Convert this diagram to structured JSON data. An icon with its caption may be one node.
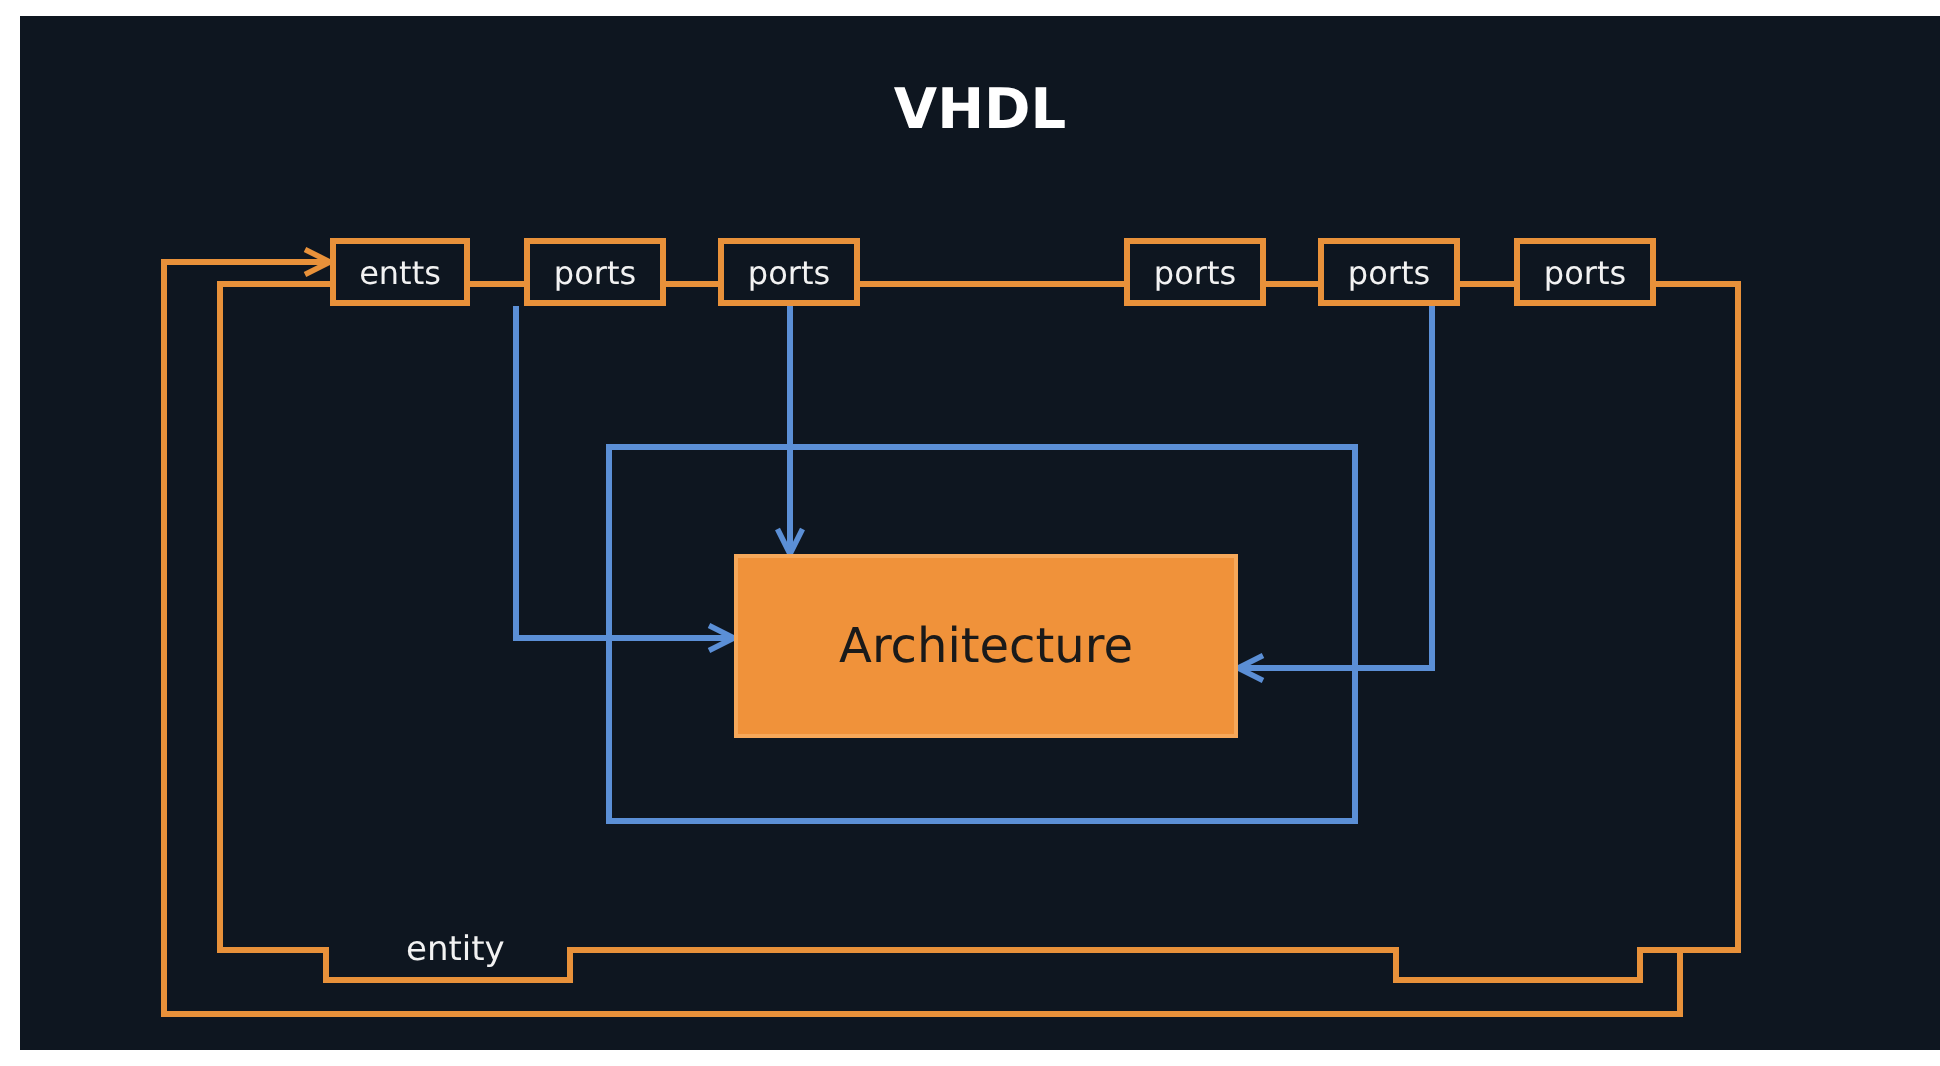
{
  "diagram": {
    "title": "VHDL",
    "nodes": [
      {
        "text": [
          "entts"
        ]
      },
      {
        "text": [
          "ports"
        ]
      },
      {
        "text": [
          "ports"
        ]
      },
      {
        "text": [
          "ports"
        ]
      },
      {
        "text": [
          "ports"
        ]
      },
      {
        "text": [
          "ports"
        ]
      },
      {
        "text": [],
        "shape": "box"
      },
      {
        "text": [
          "Architecture"
        ],
        "in": 6
      }
    ],
    "edges": [
      {
        "from": 0,
        "to": 1,
        "arrow": "none"
      },
      {
        "from": 1,
        "to": 2,
        "arrow": "none"
      },
      {
        "from": 2,
        "to": 3,
        "arrow": "none"
      },
      {
        "from": 3,
        "to": 4,
        "arrow": "none"
      },
      {
        "from": 4,
        "to": 5,
        "arrow": "none"
      },
      {
        "from": 5,
        "to": 0,
        "arrow": "none"
      },
      {
        "from": 5,
        "to": 0,
        "arrow": "to"
      },
      {
        "from": 1,
        "to": 7,
        "arrow": "to",
        "color": "#5b8fd6"
      },
      {
        "from": 2,
        "to": 7,
        "arrow": "to",
        "color": "#5b8fd6"
      },
      {
        "from": 4,
        "to": 7,
        "arrow": "to",
        "color": "#5b8fd6"
      }
    ],
    "labels": [
      "entity"
    ]
  }
}
